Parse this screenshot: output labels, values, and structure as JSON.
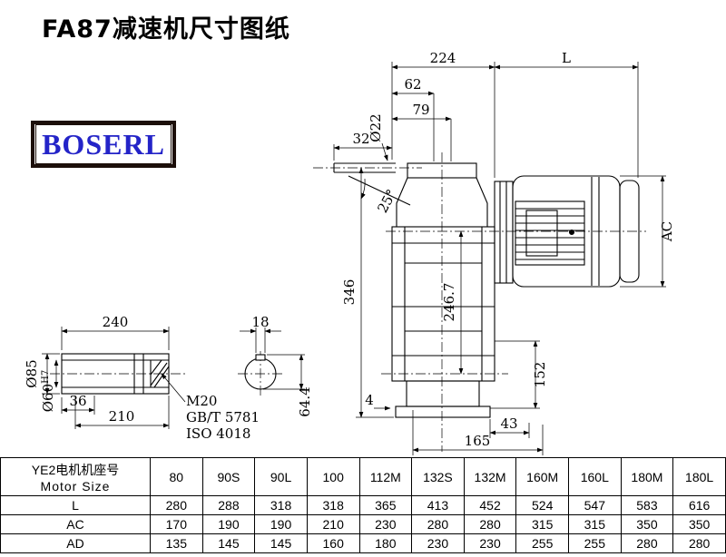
{
  "page": {
    "title": "FA87减速机尺寸图纸"
  },
  "logo": {
    "text": "BOSERL"
  },
  "drawing": {
    "dims": {
      "w224": "224",
      "L": "L",
      "w62": "62",
      "w79": "79",
      "w32": "32",
      "dia22": "Ø22",
      "ang25": "25°",
      "h346": "346",
      "h246_7": "246.7",
      "AC": "AC",
      "h152": "152",
      "w43": "43",
      "w165": "165",
      "off4": "4",
      "len240": "240",
      "len36": "36",
      "len210": "210",
      "dia85": "Ø85",
      "dia60": "Ø60",
      "dia60_tol": "H7",
      "key18": "18",
      "key64_4": "64.4"
    },
    "notes": {
      "thread": "M20",
      "std1": "GB/T 5781",
      "std2": "ISO 4018"
    }
  },
  "table": {
    "row_header": {
      "line1": "YE2电机机座号",
      "line2": "Motor Size"
    },
    "columns": [
      "80",
      "90S",
      "90L",
      "100",
      "112M",
      "132S",
      "132M",
      "160M",
      "160L",
      "180M",
      "180L"
    ],
    "rows": [
      {
        "label": "L",
        "values": [
          "280",
          "288",
          "318",
          "318",
          "365",
          "413",
          "452",
          "524",
          "547",
          "583",
          "616"
        ]
      },
      {
        "label": "AC",
        "values": [
          "170",
          "190",
          "190",
          "210",
          "230",
          "280",
          "280",
          "315",
          "315",
          "350",
          "350"
        ]
      },
      {
        "label": "AD",
        "values": [
          "135",
          "145",
          "145",
          "160",
          "180",
          "230",
          "230",
          "255",
          "255",
          "280",
          "280"
        ]
      }
    ]
  }
}
